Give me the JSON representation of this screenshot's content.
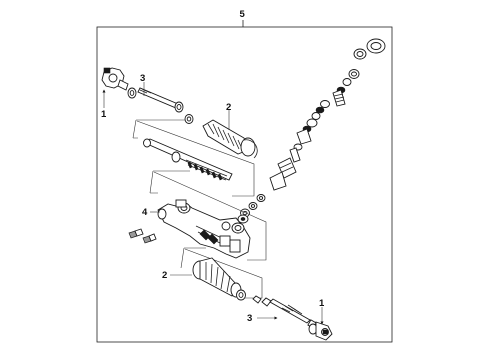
{
  "callouts": {
    "assembly": "5",
    "tie_rod_end_upper": "1",
    "tie_rod_end_lower": "1",
    "inner_tie_rod_upper": "3",
    "inner_tie_rod_lower": "3",
    "boot_upper": "2",
    "boot_lower": "2",
    "gear_housing": "4"
  },
  "colors": {
    "line": "#1a1a1a",
    "background": "#ffffff"
  }
}
